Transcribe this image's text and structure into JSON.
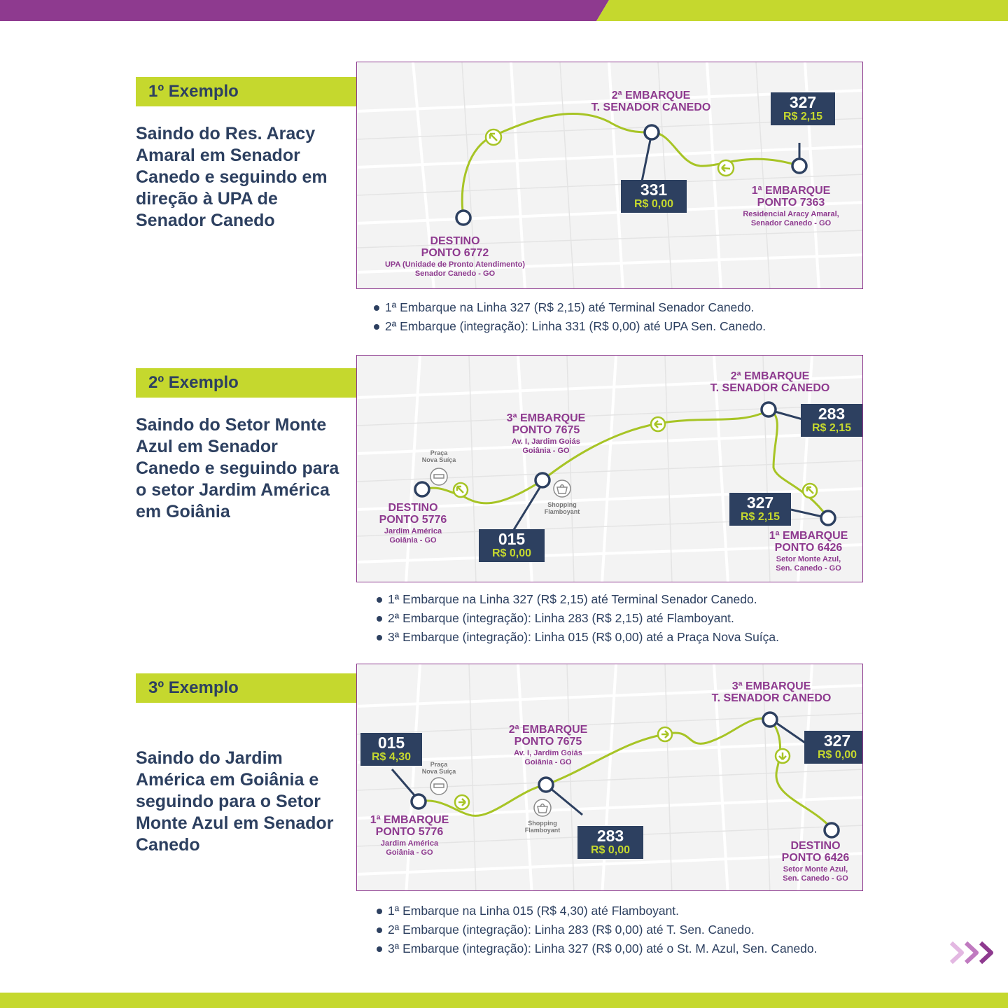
{
  "colors": {
    "purple": "#8e3a8f",
    "green": "#c5d82e",
    "navy": "#2d4060"
  },
  "examples": [
    {
      "tag": "1º Exemplo",
      "description": "Saindo do Res. Aracy Amaral em Senador Canedo e seguindo em direção à UPA de Senador Canedo",
      "stops": {
        "boarding2_title": "2ª EMBARQUE",
        "boarding2_place": "T. SENADOR CANEDO",
        "boarding1_title": "1ª EMBARQUE",
        "boarding1_point": "PONTO 7363",
        "boarding1_addr1": "Residencial Aracy Amaral,",
        "boarding1_addr2": "Senador Canedo - GO",
        "dest_title": "DESTINO",
        "dest_point": "PONTO 6772",
        "dest_addr1": "UPA (Unidade de Pronto Atendimento)",
        "dest_addr2": "Senador Canedo - GO"
      },
      "badges": [
        {
          "line": "327",
          "fare": "R$ 2,15"
        },
        {
          "line": "331",
          "fare": "R$ 0,00"
        }
      ],
      "bullets": [
        "1ª Embarque na Linha 327 (R$ 2,15) até Terminal Senador Canedo.",
        "2ª Embarque (integração): Linha 331 (R$ 0,00) até UPA Sen. Canedo."
      ]
    },
    {
      "tag": "2º Exemplo",
      "description": "Saindo do Setor Monte Azul em Senador Canedo e seguindo para o setor Jardim América em Goiânia",
      "stops": {
        "boarding2_title": "2ª EMBARQUE",
        "boarding2_place": "T. SENADOR CANEDO",
        "boarding3_title": "3ª EMBARQUE",
        "boarding3_point": "PONTO 7675",
        "boarding3_addr1": "Av. I, Jardim Goiás",
        "boarding3_addr2": "Goiânia - GO",
        "boarding1_title": "1ª EMBARQUE",
        "boarding1_point": "PONTO 6426",
        "boarding1_addr1": "Setor Monte Azul,",
        "boarding1_addr2": "Sen. Canedo - GO",
        "dest_title": "DESTINO",
        "dest_point": "PONTO 5776",
        "dest_addr1": "Jardim América",
        "dest_addr2": "Goiânia - GO",
        "poi_praca1": "Praça",
        "poi_praca2": "Nova Suíça",
        "poi_shop1": "Shopping",
        "poi_shop2": "Flamboyant"
      },
      "badges": [
        {
          "line": "283",
          "fare": "R$ 2,15"
        },
        {
          "line": "327",
          "fare": "R$ 2,15"
        },
        {
          "line": "015",
          "fare": "R$ 0,00"
        }
      ],
      "bullets": [
        "1ª Embarque na Linha 327 (R$ 2,15) até Terminal Senador Canedo.",
        "2ª Embarque (integração): Linha 283 (R$ 2,15) até Flamboyant.",
        "3ª Embarque (integração): Linha 015 (R$ 0,00) até a Praça Nova Suíça."
      ]
    },
    {
      "tag": "3º Exemplo",
      "description": "Saindo do Jardim América em Goiânia e seguindo para o Setor Monte Azul em Senador Canedo",
      "stops": {
        "boarding3_title": "3ª EMBARQUE",
        "boarding3_place": "T. SENADOR CANEDO",
        "boarding2_title": "2ª EMBARQUE",
        "boarding2_point": "PONTO 7675",
        "boarding2_addr1": "Av. I, Jardim Goiás",
        "boarding2_addr2": "Goiânia - GO",
        "boarding1_title": "1ª EMBARQUE",
        "boarding1_point": "PONTO 5776",
        "boarding1_addr1": "Jardim América",
        "boarding1_addr2": "Goiânia - GO",
        "dest_title": "DESTINO",
        "dest_point": "PONTO 6426",
        "dest_addr1": "Setor Monte Azul,",
        "dest_addr2": "Sen. Canedo - GO",
        "poi_praca1": "Praça",
        "poi_praca2": "Nova Suíça",
        "poi_shop1": "Shopping",
        "poi_shop2": "Flamboyant"
      },
      "badges": [
        {
          "line": "015",
          "fare": "R$ 4,30"
        },
        {
          "line": "327",
          "fare": "R$ 0,00"
        },
        {
          "line": "283",
          "fare": "R$ 0,00"
        }
      ],
      "bullets": [
        "1ª Embarque na Linha 015 (R$ 4,30) até Flamboyant.",
        "2ª Embarque (integração): Linha 283 (R$ 0,00) até T. Sen. Canedo.",
        "3ª Embarque (integração): Linha 327 (R$ 0,00) até o St. M. Azul, Sen. Canedo."
      ]
    }
  ],
  "icons": [
    "arrow-direction-icon",
    "bench-icon",
    "shopping-bag-icon",
    "next-chevrons-icon"
  ]
}
